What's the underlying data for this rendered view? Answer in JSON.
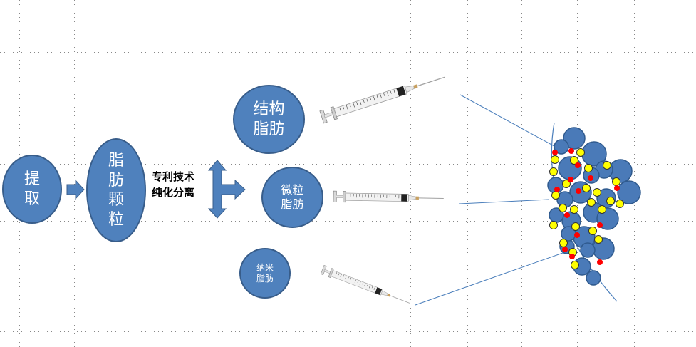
{
  "colors": {
    "node_fill": "#4f81bd",
    "node_border": "#385d8a",
    "arrow_fill": "#4f81bd",
    "fat_cell_fill": "#4a7ab8",
    "yellow_particle": "#ffff00",
    "red_particle": "#ff0000",
    "connector_line": "#4a7ebb",
    "grid_dots": "#888888"
  },
  "nodes": {
    "extract": {
      "line1": "提",
      "line2": "取"
    },
    "particles": {
      "line1": "脂",
      "line2": "肪",
      "line3": "颗",
      "line4": "粒"
    },
    "structural": {
      "line1": "结构",
      "line2": "脂肪"
    },
    "micro": {
      "line1": "微粒",
      "line2": "脂肪"
    },
    "nano": {
      "line1": "纳米",
      "line2": "脂肪"
    }
  },
  "tech_label": {
    "line1": "专利技术",
    "line2": "纯化分离"
  },
  "icons": {
    "process_arrow": "right-arrow-icon",
    "split_arrow": "three-way-arrow-icon",
    "syringe": "syringe-icon"
  }
}
